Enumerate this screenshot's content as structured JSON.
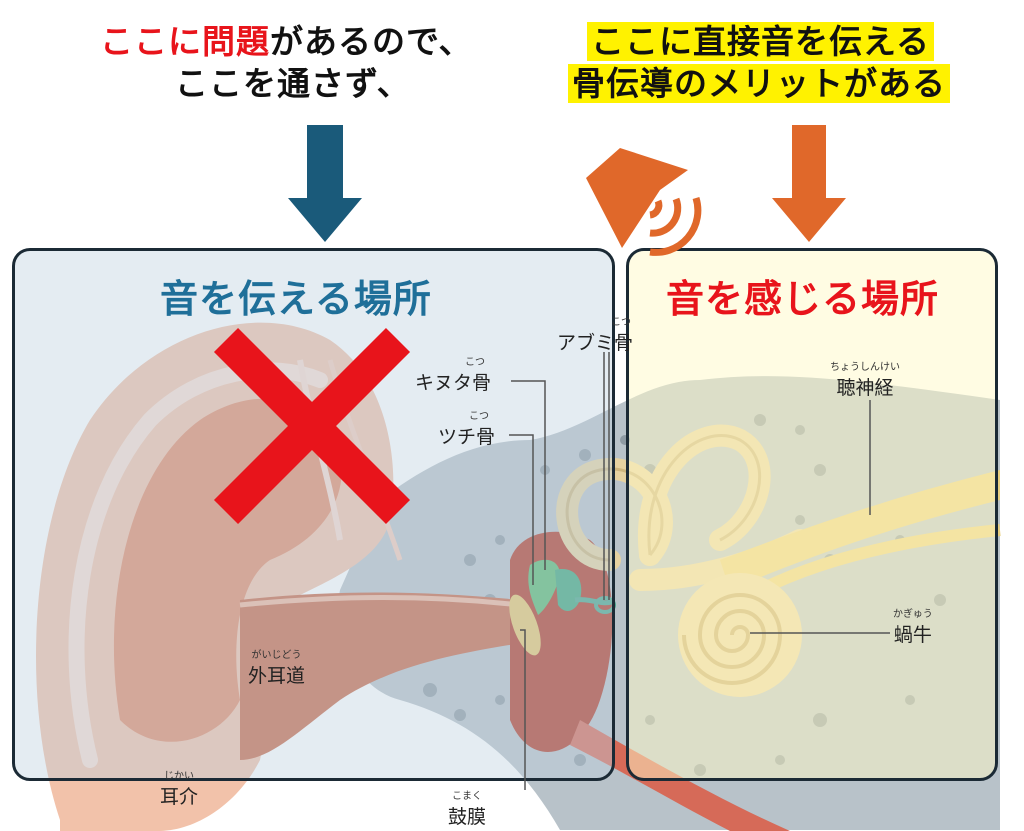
{
  "captions": {
    "left_line1_red": "ここに問題",
    "left_line1_rest": "があるので、",
    "left_line2": "ここを通さず、",
    "right_line1": "ここに直接音を伝える",
    "right_line2": "骨伝導のメリットがある"
  },
  "panels": {
    "conduct": {
      "title": "音を伝える場所",
      "color": "#1f6f99"
    },
    "sense": {
      "title": "音を感じる場所",
      "color": "#e8141b"
    }
  },
  "labels": {
    "stapes": {
      "text": "アブミ骨",
      "ruby": "こつ"
    },
    "incus": {
      "text": "キヌタ骨",
      "ruby": "こつ"
    },
    "malleus": {
      "text": "ツチ骨",
      "ruby": "こつ"
    },
    "auditory_nerve": {
      "text": "聴神経",
      "ruby": "ちょうしんけい"
    },
    "cochlea": {
      "text": "蝸牛",
      "ruby": "かぎゅう"
    },
    "ear_canal": {
      "text": "外耳道",
      "ruby": "がいじどう"
    },
    "pinna": {
      "text": "耳介",
      "ruby": "じかい"
    },
    "eardrum": {
      "text": "鼓膜",
      "ruby": "こまく"
    }
  },
  "colors": {
    "arrow_blue": "#1a5a7a",
    "arrow_orange": "#e0682a",
    "cross": "#e8141b",
    "highlight": "#fff200"
  }
}
